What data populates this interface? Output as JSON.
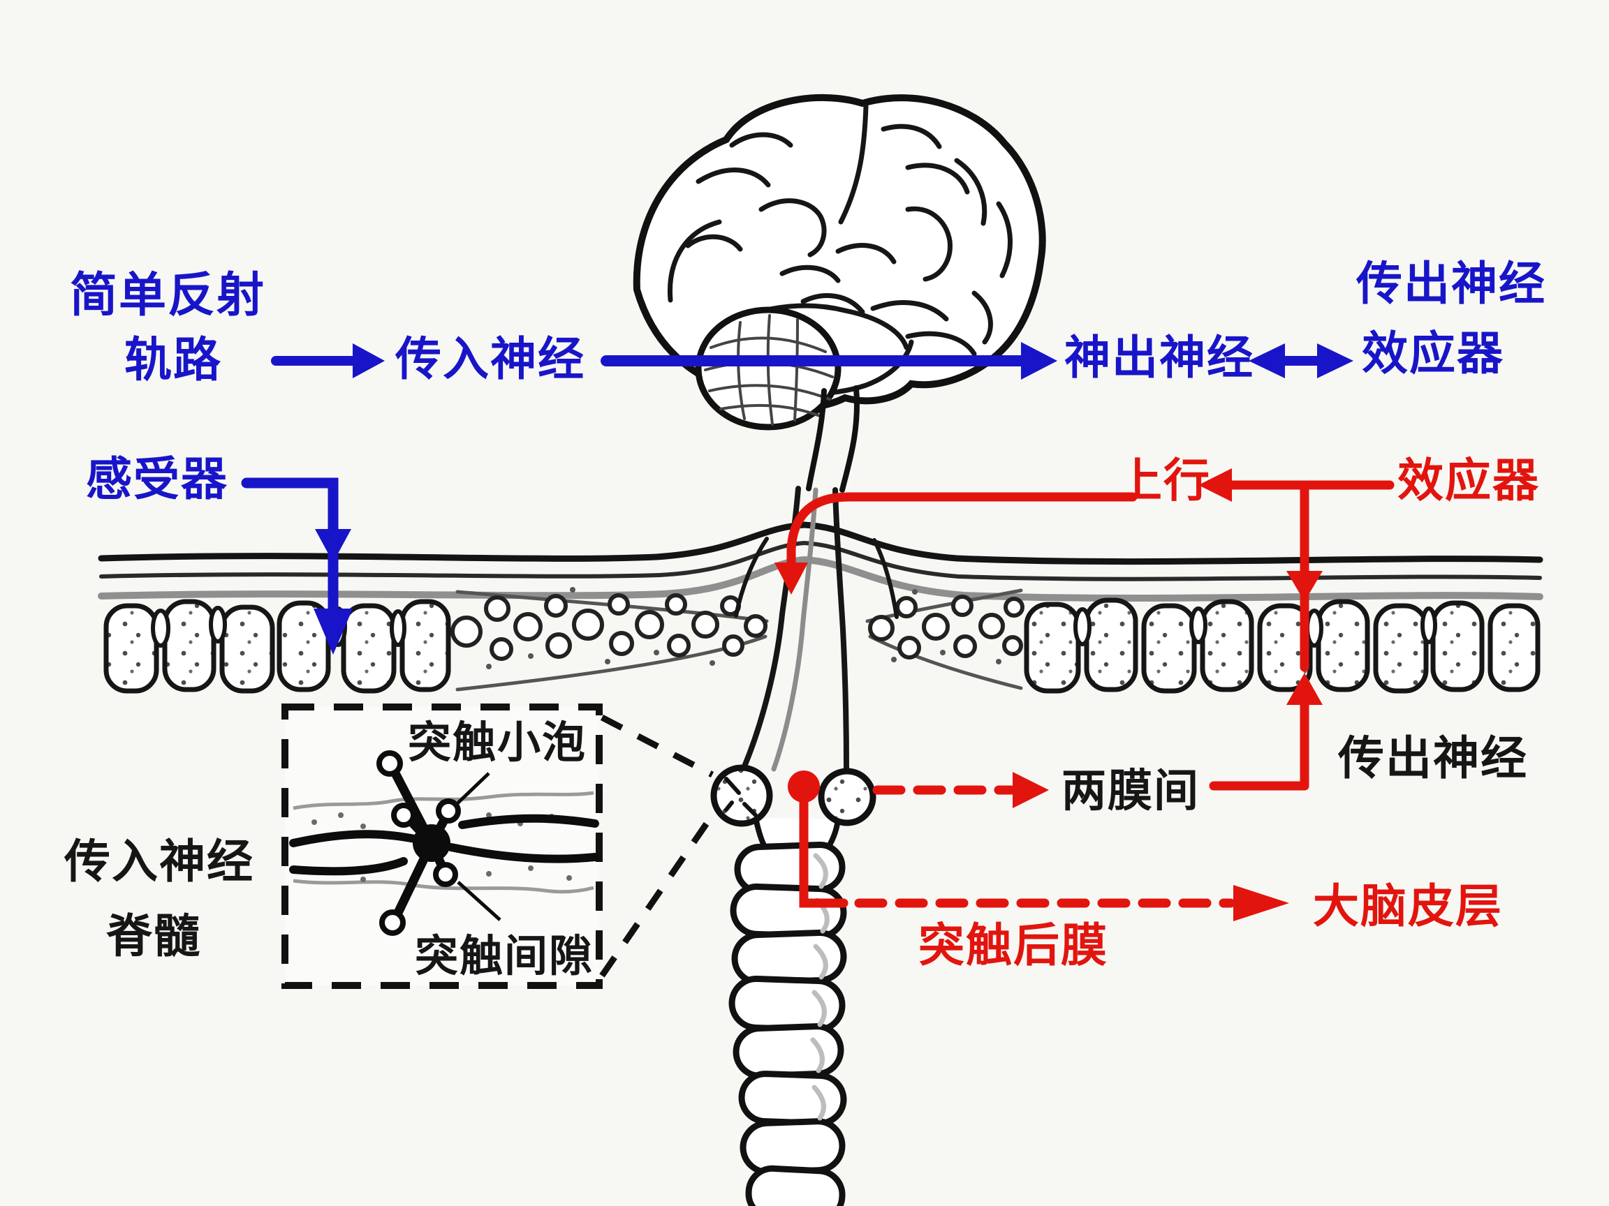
{
  "colors": {
    "annotation_blue": "#1815c9",
    "annotation_red": "#e2150e",
    "ink_black": "#161616",
    "background": "#f7f7f4"
  },
  "labels": {
    "simple_reflex_line1": "简单反射",
    "simple_reflex_line2": "轨路",
    "afferent_nerve_blue": "传入神经",
    "outgoing_nerve_blue": "神出神经",
    "efferent_nerve_blue_top": "传出神经",
    "effector_blue": "效应器",
    "receptor_blue": "感受器",
    "ascending_red": "上行",
    "effector_red": "效应器",
    "between_two_membranes_black": "两膜间",
    "efferent_nerve_black": "传出神经",
    "cerebral_cortex_red": "大脑皮层",
    "postsynaptic_membrane_red": "突触后膜",
    "afferent_nerve_black": "传入神经",
    "spinal_cord_black": "脊髓",
    "synaptic_vesicle_black": "突触小泡",
    "synaptic_cleft_black": "突触间隙"
  }
}
